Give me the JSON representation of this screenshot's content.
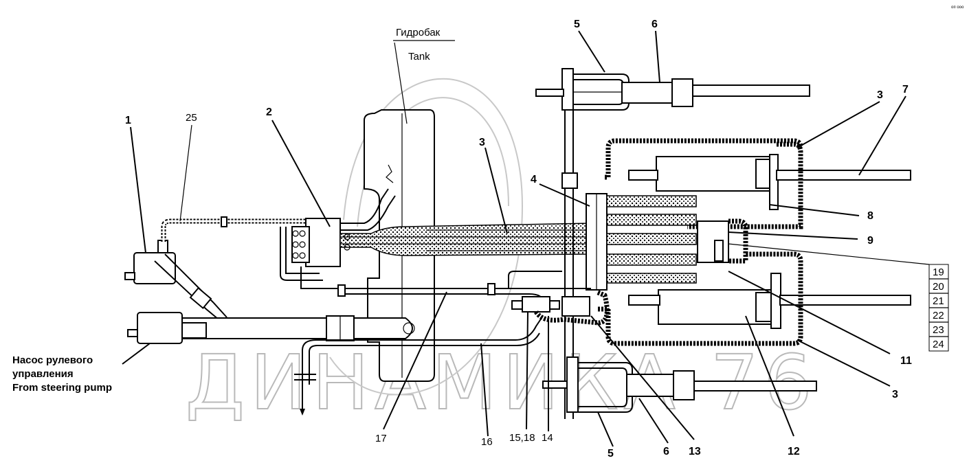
{
  "tank": {
    "label_ru": "Гидробак",
    "label_en": "Tank"
  },
  "pump": {
    "label_ru_1": "Насос рулевого",
    "label_ru_2": "управления",
    "label_en": "From steering pump"
  },
  "callouts": {
    "c1": "1",
    "c25": "25",
    "c2": "2",
    "c3a": "3",
    "c4": "4",
    "c5top": "5",
    "c6top": "6",
    "c3b": "3",
    "c7": "7",
    "c8": "8",
    "c9": "9",
    "c11": "11",
    "c3c": "3",
    "c12": "12",
    "c13": "13",
    "c6bot": "6",
    "c5bot": "5",
    "c14": "14",
    "c1518": "15,18",
    "c16": "16",
    "c17": "17"
  },
  "table_numbers": [
    "19",
    "20",
    "21",
    "22",
    "23",
    "24"
  ],
  "watermark": "ДИНАМИКА 76",
  "corner_mark": "о¤ ооо"
}
